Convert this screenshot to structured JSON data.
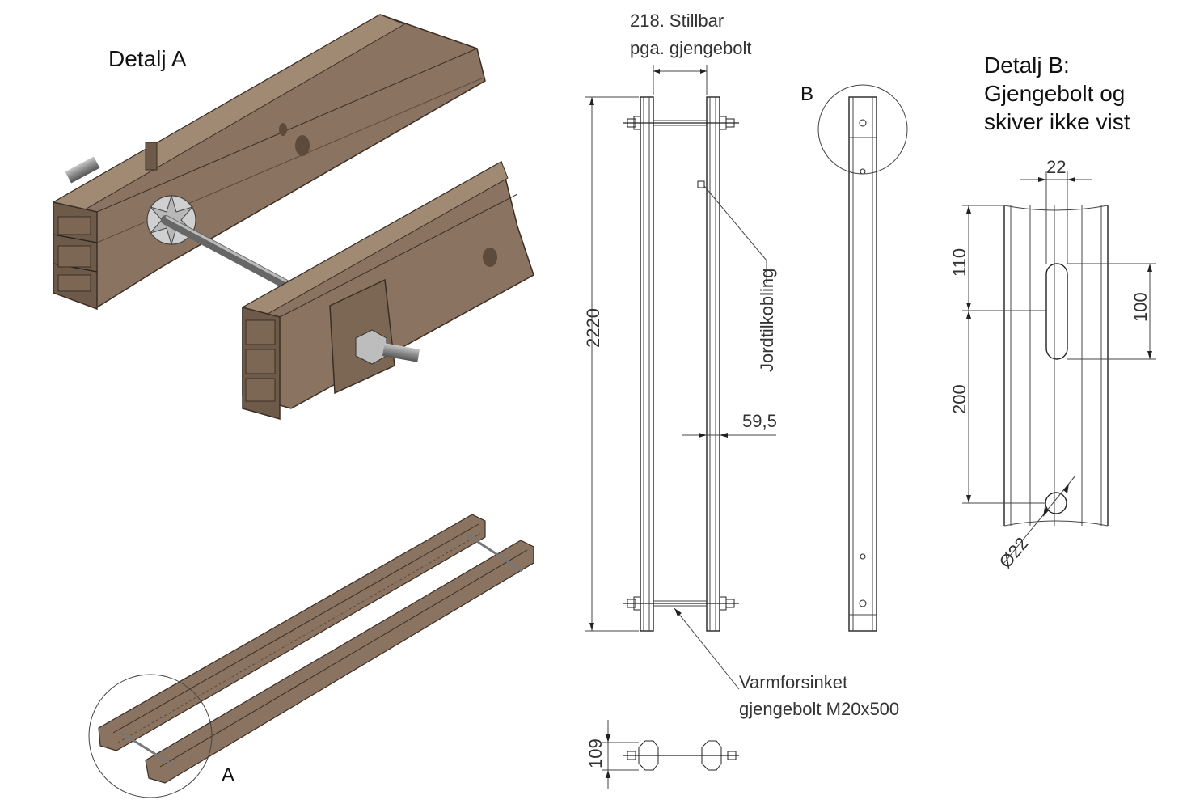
{
  "iso_view": {
    "detail_a_title": "Detalj A",
    "detail_a_marker": "A"
  },
  "side_view": {
    "dim_width_line1": "218. Stillbar",
    "dim_width_line2": "pga. gjengebolt",
    "dim_height": "2220",
    "dim_offset": "59,5",
    "earth_label": "Jordtilkobling",
    "bolt_label_line1": "Varmforsinket",
    "bolt_label_line2": "gjengebolt M20x500"
  },
  "top_view": {
    "dim_depth": "109"
  },
  "front_view": {
    "detail_b_marker": "B"
  },
  "detail_b": {
    "title_line1": "Detalj B:",
    "title_line2": "Gjengebolt og",
    "title_line3": "skiver ikke vist",
    "dim_slot_width": "22",
    "dim_top_offset": "110",
    "dim_slot_length": "100",
    "dim_hole_offset": "200",
    "dim_hole_diameter": "Ø22"
  },
  "colors": {
    "profile_face": "#8a7360",
    "profile_dark": "#5e4a3a",
    "profile_light": "#a08a74",
    "bolt": "#8a8a8a",
    "line": "#222222"
  }
}
